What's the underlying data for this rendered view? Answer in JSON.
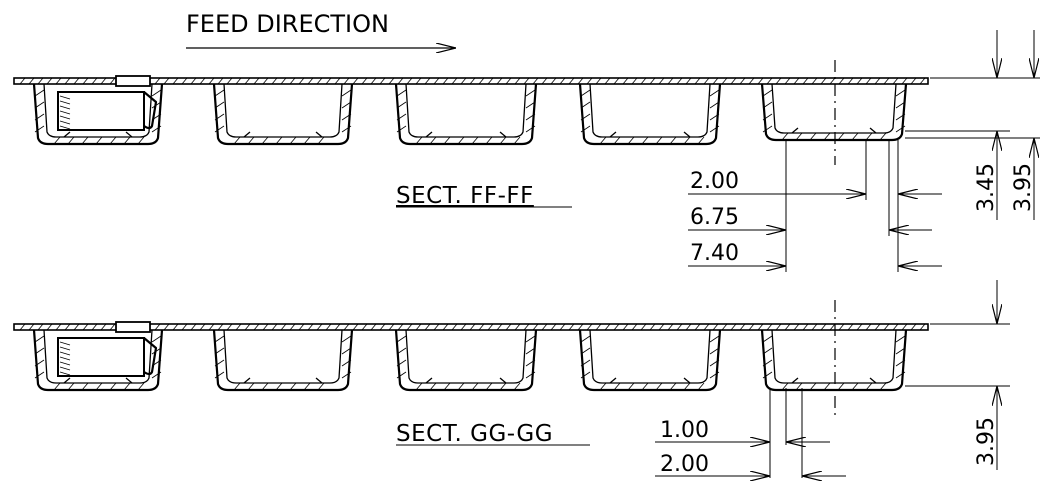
{
  "title": "FEED DIRECTION",
  "sections": [
    {
      "label": "SECT. FF-FF",
      "dims": [
        "2.00",
        "6.75",
        "7.40",
        "3.45",
        "3.95"
      ]
    },
    {
      "label": "SECT. GG-GG",
      "dims": [
        "1.00",
        "2.00",
        "3.95"
      ]
    }
  ]
}
